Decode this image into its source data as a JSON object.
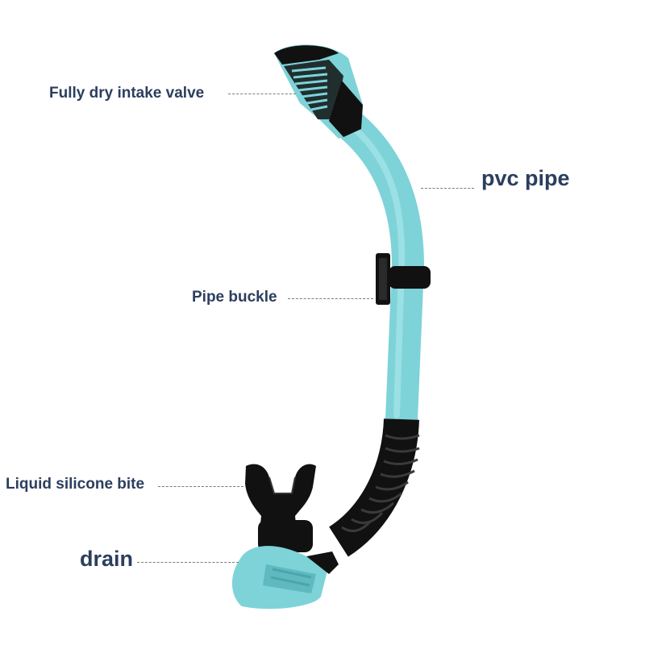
{
  "labels": {
    "intake_valve": "Fully dry intake valve",
    "pvc_pipe": "pvc pipe",
    "pipe_buckle": "Pipe buckle",
    "bite": "Liquid silicone bite",
    "drain": "drain"
  },
  "colors": {
    "tube": "#7dd3d8",
    "tube_shade": "#5fb9bf",
    "rubber": "#111111",
    "text": "#2c3e5e",
    "leader": "#7a7a7a"
  }
}
